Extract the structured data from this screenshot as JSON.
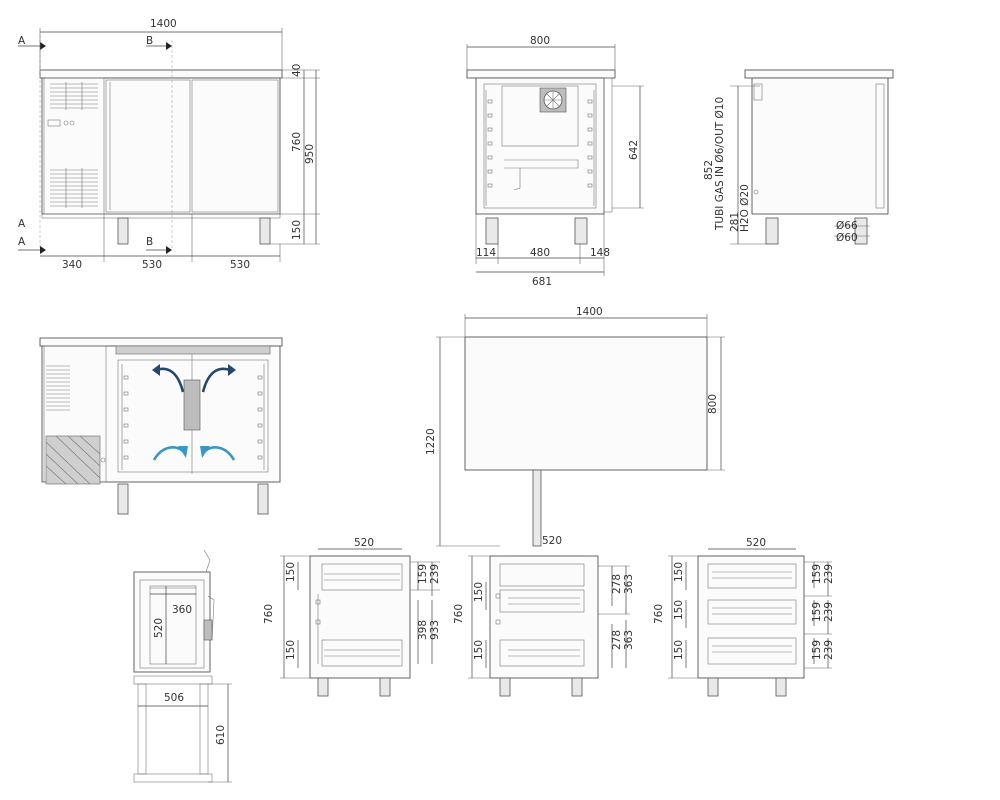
{
  "colors": {
    "line": "#555555",
    "text": "#333333",
    "air_out": "#25466e",
    "air_in": "#3a96c2"
  },
  "front_view": {
    "section_labels": {
      "a_top": "A",
      "b_top": "B",
      "a_mid": "A",
      "a_bottom": "A",
      "b_bottom": "B"
    },
    "dims": {
      "width": "1400",
      "top": "40",
      "body": "760",
      "overall": "950",
      "legs": "150",
      "w1": "340",
      "w2": "530",
      "w3": "530"
    }
  },
  "side_view": {
    "dims": {
      "width": "800",
      "height": "642",
      "left": "114",
      "middle": "480",
      "right": "148",
      "depth": "681"
    }
  },
  "connection_view": {
    "dims": {
      "height": "852",
      "pipe_out": "Ø66",
      "pipe_in": "Ø60",
      "water_height": "281"
    },
    "labels": {
      "gas": "TUBI GAS IN Ø6/OUT Ø10",
      "water": "H2O Ø20"
    }
  },
  "footprint": {
    "dims": {
      "width": "1400",
      "depth": "800",
      "clearance": "1220",
      "span": "520"
    }
  },
  "config_left": {
    "dims": {
      "width": "520",
      "height": "760",
      "h_top": "150",
      "h_bottom": "150",
      "d1": "159",
      "d2": "239",
      "d3": "398",
      "d4": "933"
    }
  },
  "config_mid": {
    "dims": {
      "height": "760",
      "h_top": "150",
      "h_bottom": "150",
      "d1": "278",
      "d2": "363",
      "d3": "278",
      "d4": "363"
    }
  },
  "config_right": {
    "dims": {
      "width": "520",
      "height": "760",
      "h1": "150",
      "h2": "150",
      "h3": "150",
      "r1a": "159",
      "r1b": "239",
      "r2a": "159",
      "r2b": "239",
      "r3a": "159",
      "r3b": "239"
    }
  },
  "drawer_section": {
    "dims": {
      "inner_width": "360",
      "inner_height": "520",
      "base_width": "506",
      "base_height": "610"
    }
  }
}
